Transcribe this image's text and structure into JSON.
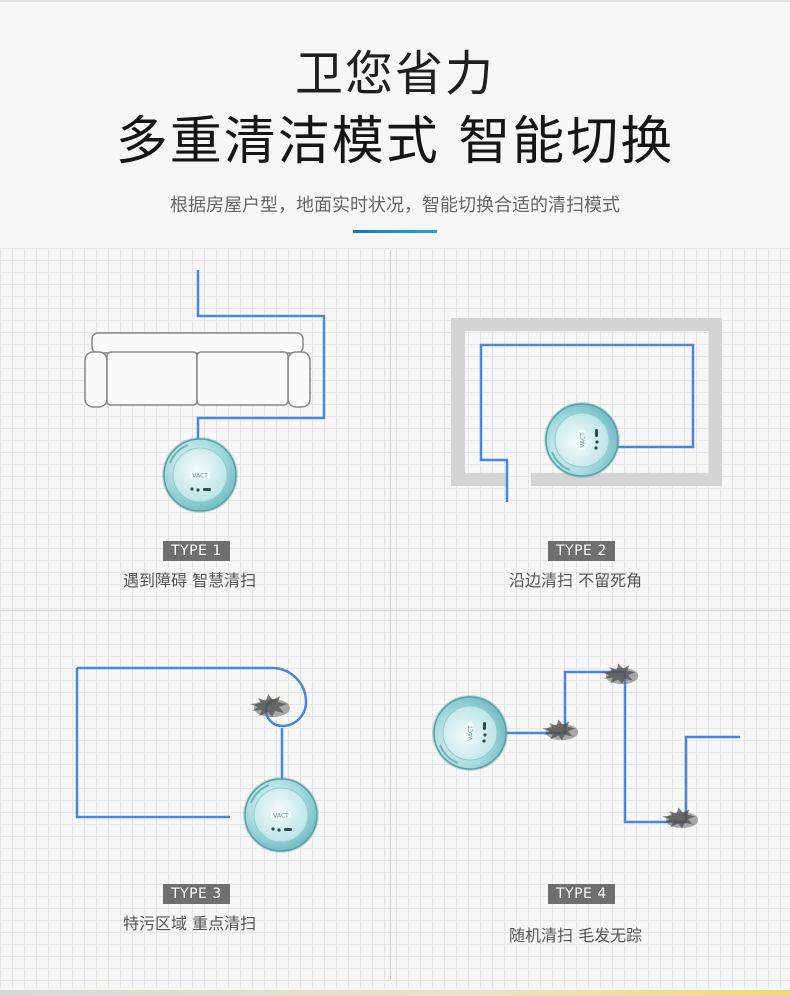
{
  "header": {
    "title_line1": "卫您省力",
    "title_line2": "多重清洁模式 智能切换",
    "subtitle": "根据房屋户型，地面实时状况，智能切换合适的清扫模式"
  },
  "modes": [
    {
      "type_label": "TYPE 1",
      "caption": "遇到障碍 智慧清扫"
    },
    {
      "type_label": "TYPE 2",
      "caption": "沿边清扫 不留死角"
    },
    {
      "type_label": "TYPE 3",
      "caption": "特污区域 重点清扫"
    },
    {
      "type_label": "TYPE 4",
      "caption": "随机清扫 毛发无踪"
    }
  ],
  "robot": {
    "brand_text": "VACT"
  },
  "colors": {
    "path": "#4a86dc",
    "robot_body": "#8fd0d6",
    "tag_bg": "#6f6f6f",
    "accent": "#1c6fd6"
  },
  "icons": [
    "robot-vacuum-icon",
    "sofa-icon",
    "room-wall-icon",
    "dirt-spot-icon"
  ]
}
